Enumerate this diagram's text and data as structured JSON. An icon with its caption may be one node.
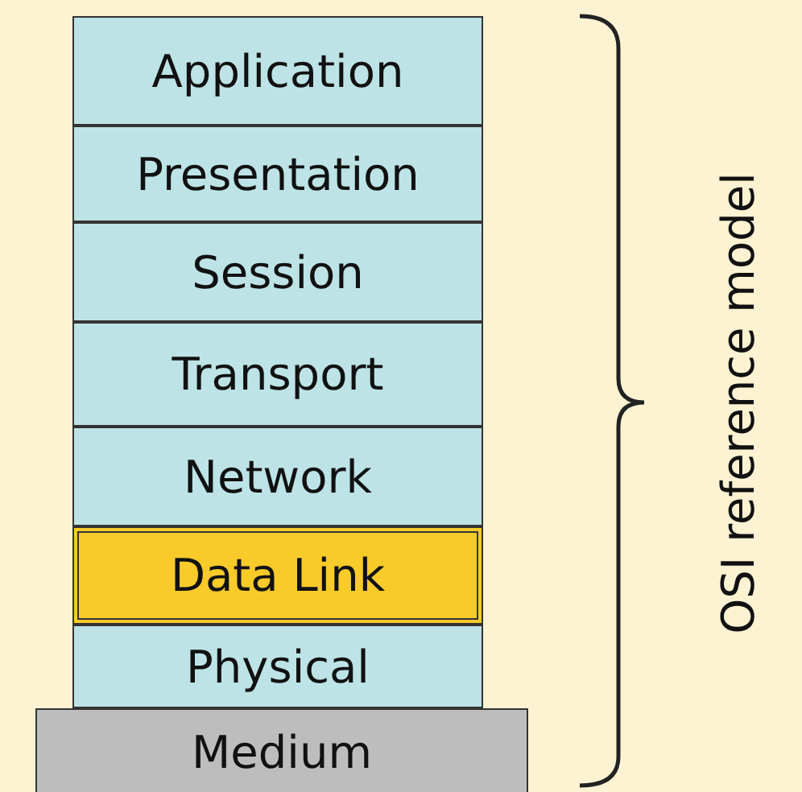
{
  "diagram": {
    "nodes": [
      {
        "text": [
          "Application"
        ]
      },
      {
        "text": [
          "Presentation"
        ]
      },
      {
        "text": [
          "Session"
        ]
      },
      {
        "text": [
          "Transport"
        ]
      },
      {
        "text": [
          "Network"
        ]
      },
      {
        "text": [
          "Data Link"
        ]
      },
      {
        "text": [
          "Physical"
        ]
      },
      {
        "text": [
          "Medium"
        ]
      }
    ],
    "edges": [],
    "labels": [
      "OSI reference model"
    ]
  }
}
